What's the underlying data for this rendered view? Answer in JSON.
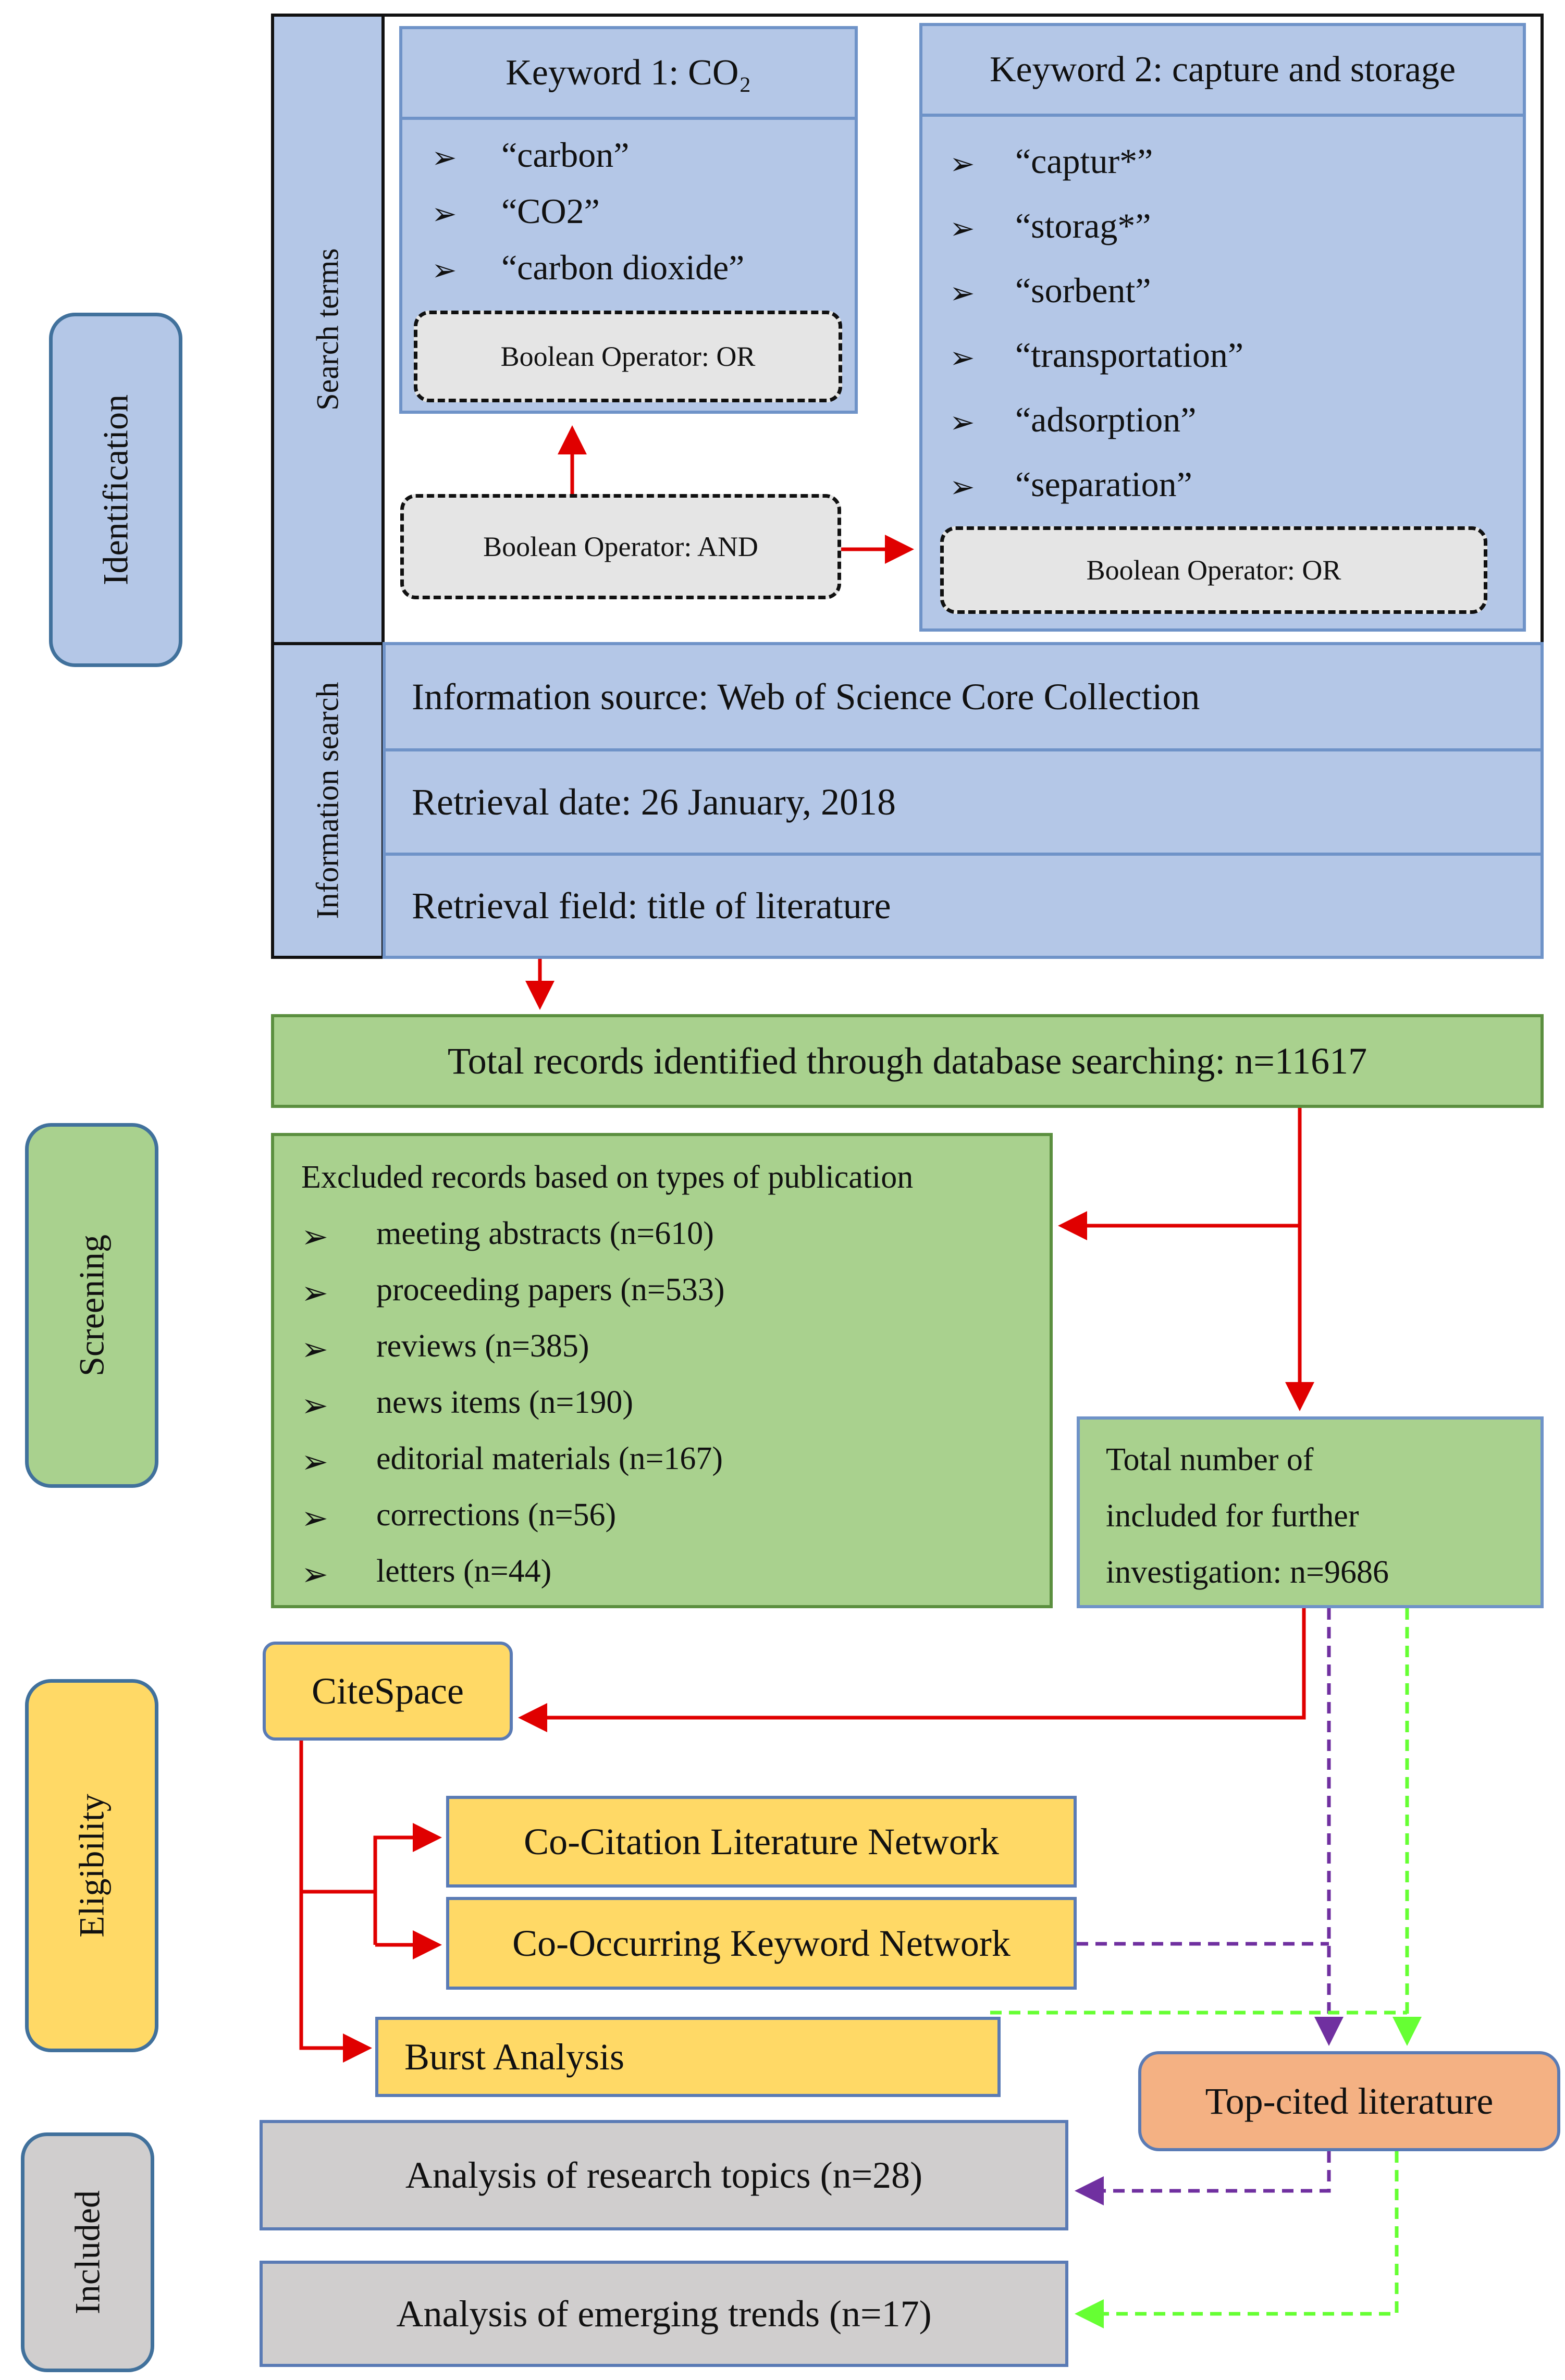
{
  "phases": {
    "identification": "Identification",
    "screening": "Screening",
    "eligibility": "Eligibility",
    "included": "Included"
  },
  "side_labels": {
    "search_terms": "Search terms",
    "information_search": "Information search"
  },
  "keyword1": {
    "title": "Keyword 1: CO₂",
    "bullet": "➢",
    "terms": [
      "“carbon”",
      "“CO2”",
      "“carbon dioxide”"
    ],
    "operator": "Boolean Operator: OR"
  },
  "keyword2": {
    "title": "Keyword 2: capture and storage",
    "bullet": "➢",
    "terms": [
      "“captur*”",
      "“storag*”",
      "“sorbent”",
      "“transportation”",
      "“adsorption”",
      "“separation”"
    ],
    "operator": "Boolean Operator: OR"
  },
  "and_operator": "Boolean Operator: AND",
  "info": {
    "source": "Information source: Web of Science Core Collection",
    "date": "Retrieval date: 26 January, 2018",
    "field": "Retrieval field: title of literature"
  },
  "total_records": "Total records identified through database searching: n=11617",
  "excluded": {
    "title": "Excluded records based on types of publication",
    "bullet": "➢",
    "items": [
      "meeting abstracts (n=610)",
      "proceeding papers (n=533)",
      "reviews (n=385)",
      "news items (n=190)",
      "editorial materials (n=167)",
      "corrections (n=56)",
      "letters (n=44)"
    ]
  },
  "included_total": {
    "line1": "Total number of",
    "line2": "included for further",
    "line3": "investigation: n=9686"
  },
  "citespace": "CiteSpace",
  "cocitation": "Co-Citation Literature Network",
  "cooccurring": "Co-Occurring Keyword Network",
  "burst": "Burst Analysis",
  "topcited": "Top-cited literature",
  "research_topics": "Analysis of research topics (n=28)",
  "emerging_trends": "Analysis of emerging trends (n=17)",
  "colors": {
    "blue": "#b4c7e7",
    "green": "#a9d18e",
    "gold": "#ffd966",
    "gray": "#d0cece",
    "peach": "#f4b183",
    "red_arrow": "#e00000",
    "purple_arrow": "#7030a0",
    "lime_arrow": "#66ff33"
  }
}
